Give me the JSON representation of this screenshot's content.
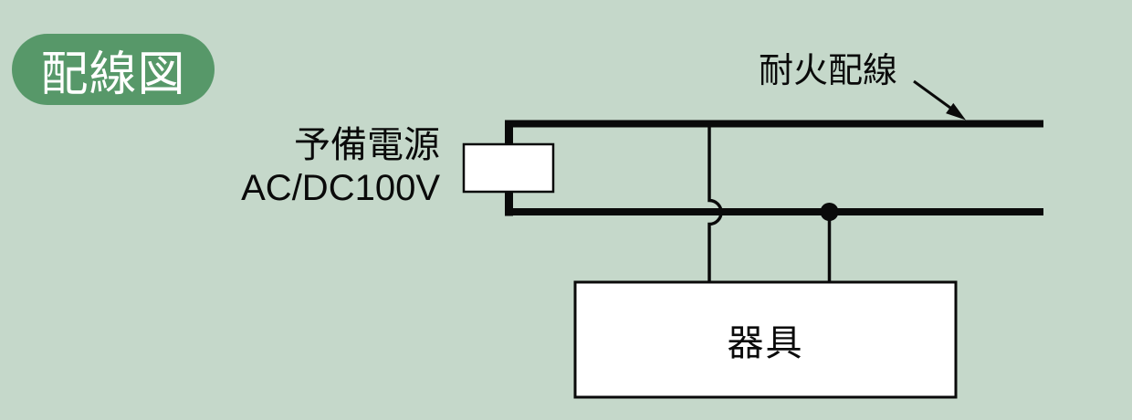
{
  "badge": {
    "label": "配線図"
  },
  "power_source": {
    "line1": "予備電源",
    "line2": "AC/DC100V"
  },
  "wiring": {
    "label": "耐火配線"
  },
  "equipment": {
    "label": "器具"
  },
  "colors": {
    "background": "#c5d8ca",
    "badge_green": "#579869",
    "badge_text": "#ffffff",
    "wire_black": "#0a0a0a",
    "box_fill": "#ffffff"
  }
}
